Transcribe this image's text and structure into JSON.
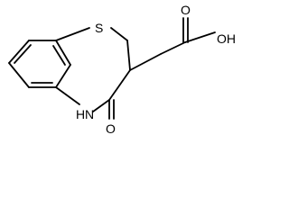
{
  "atoms": {
    "sulfur": "S",
    "nitrogen_h": "H",
    "nitrogen": "N",
    "ketone_oxygen": "O",
    "acid_carbonyl_oxygen": "O",
    "acid_hydroxyl": "OH"
  },
  "colors": {
    "bond": "#000000",
    "label": "#000000",
    "background": "#ffffff"
  }
}
